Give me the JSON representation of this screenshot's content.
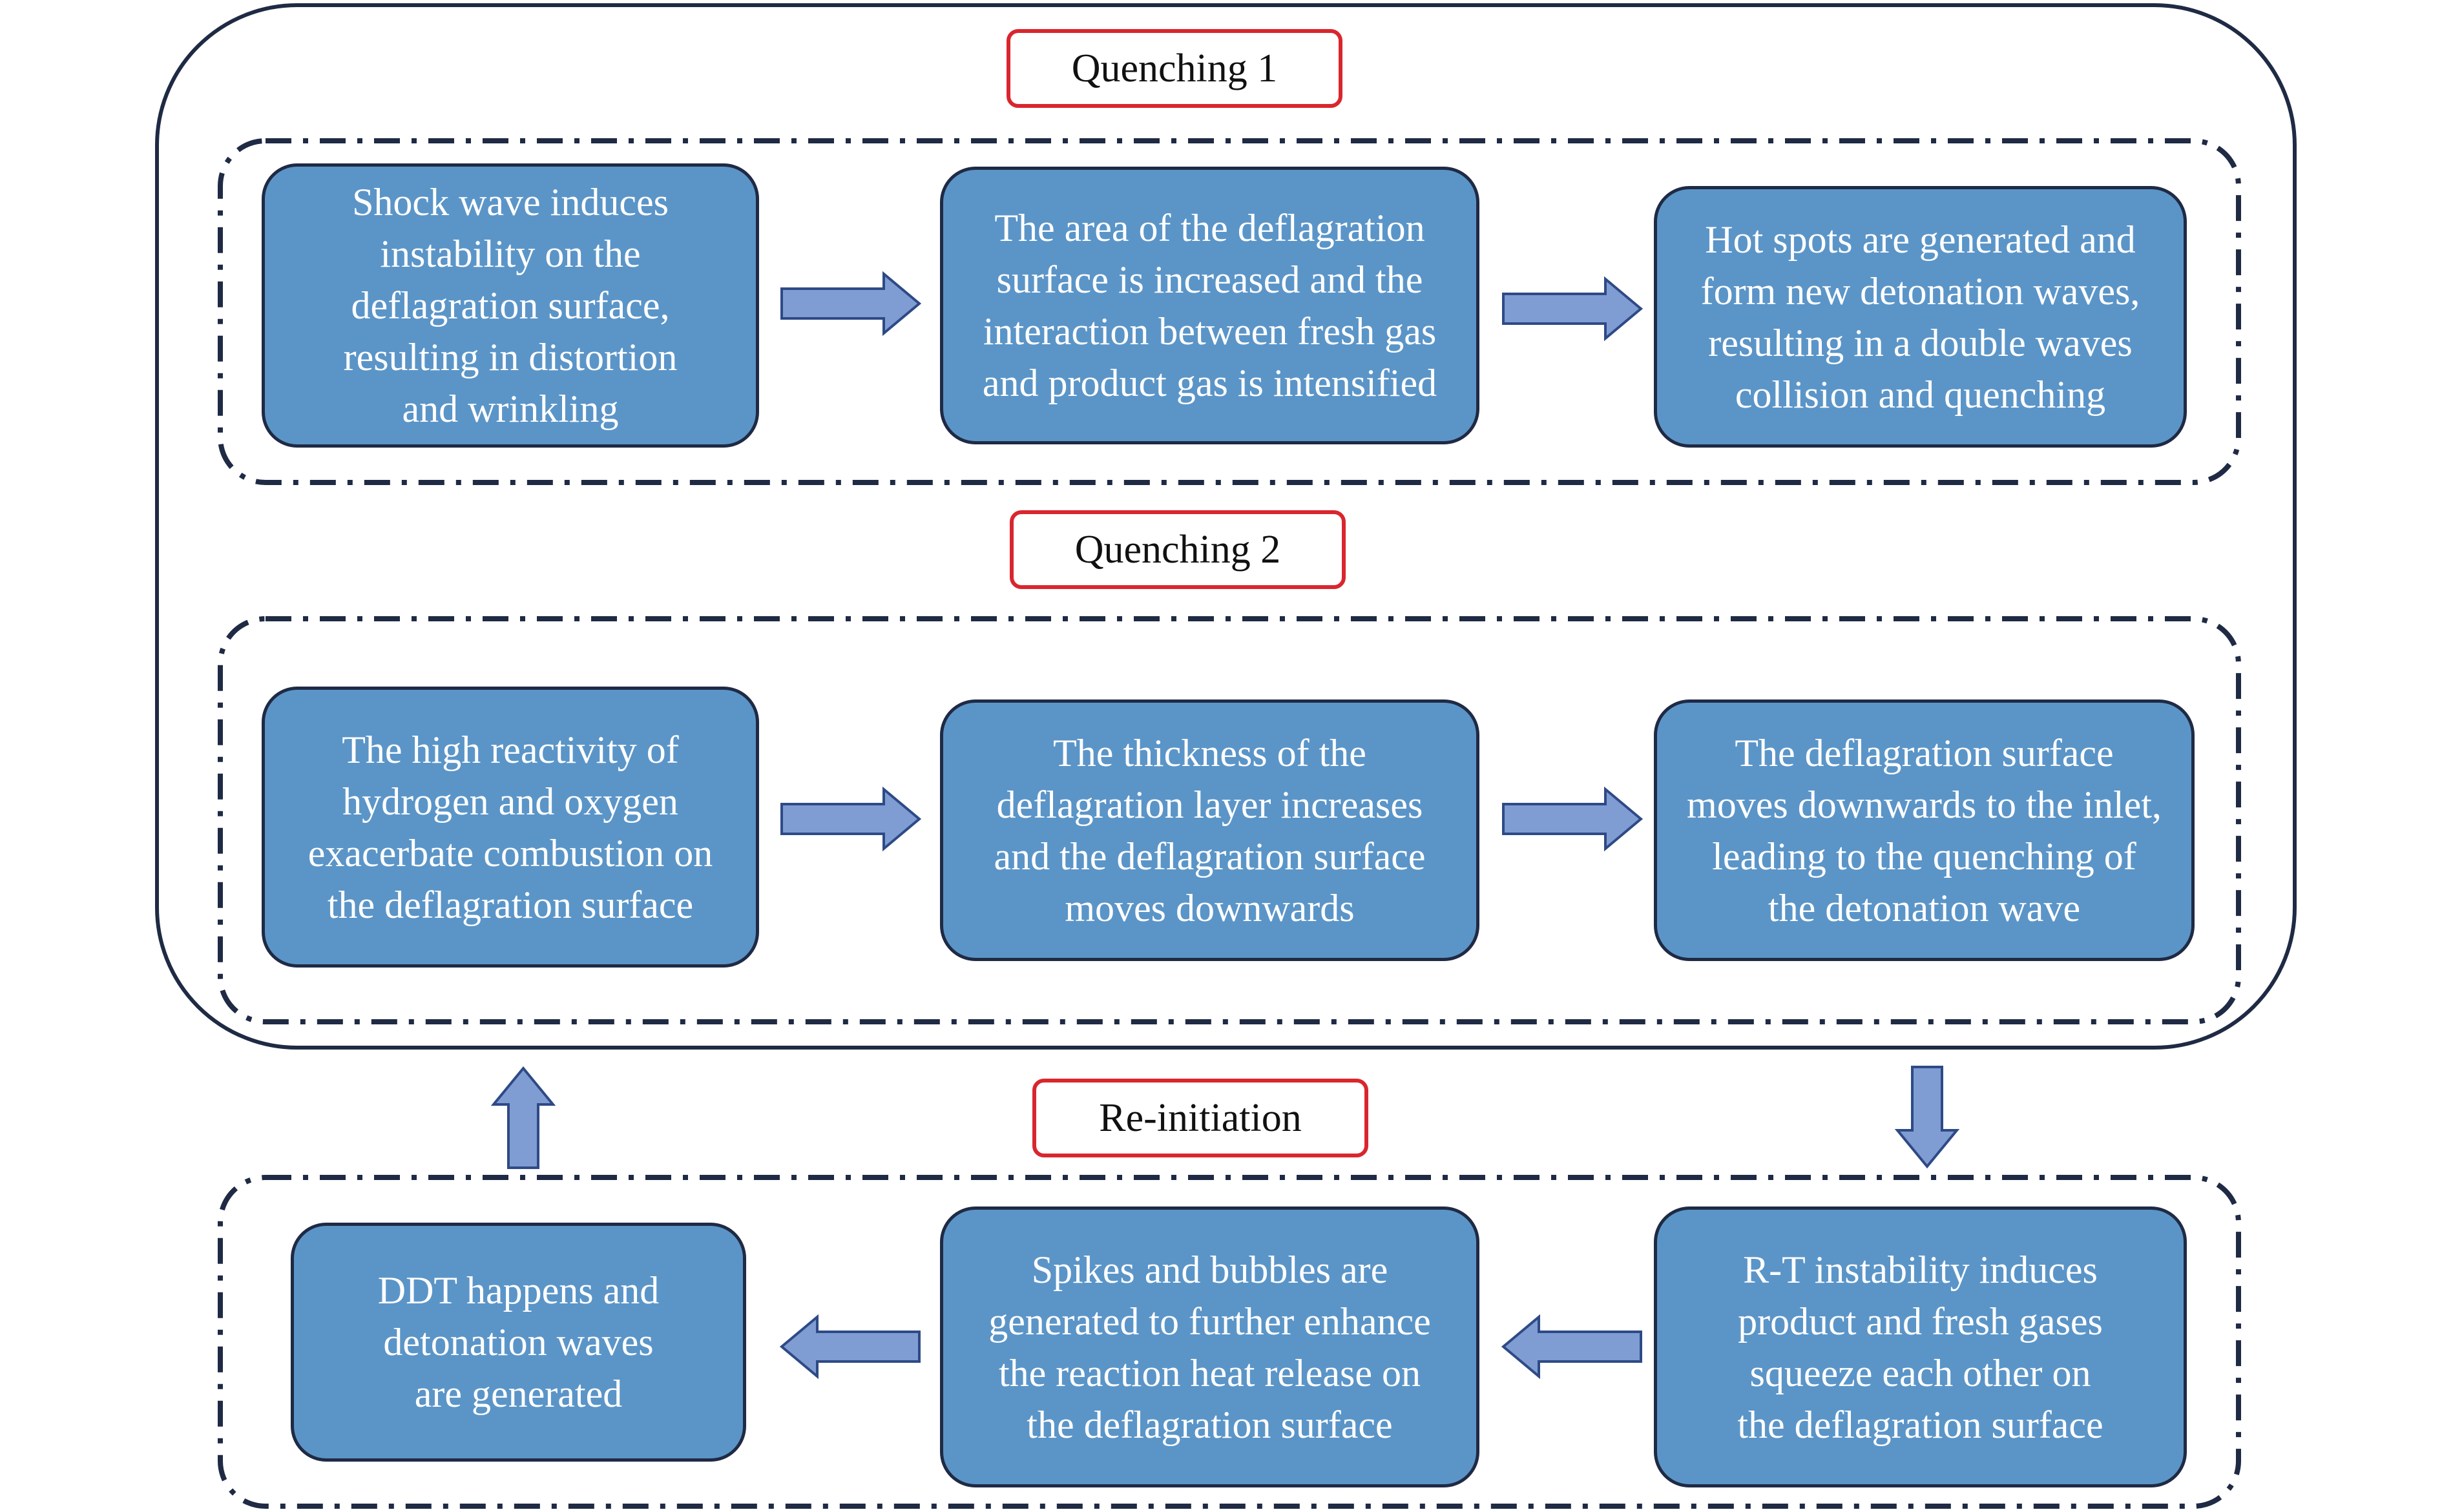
{
  "colors": {
    "node_fill": "#5b95c8",
    "node_border": "#1f2a44",
    "frame_stroke": "#1f2a44",
    "label_border": "#d9262e",
    "arrow_fill": "#7f9dd3",
    "arrow_stroke": "#2e4a86"
  },
  "sections": {
    "quenching1": {
      "label": "Quenching 1",
      "nodes": [
        "Shock wave induces\ninstability on the\ndeflagration surface,\nresulting in distortion\nand wrinkling",
        "The area of the deflagration\nsurface is increased and the\ninteraction between fresh gas\nand product gas is intensified",
        "Hot spots are generated and\nform new detonation waves,\nresulting in a double waves\ncollision and quenching"
      ]
    },
    "quenching2": {
      "label": "Quenching 2",
      "nodes": [
        "The high reactivity of\nhydrogen and oxygen\nexacerbate combustion on\nthe deflagration surface",
        "The thickness of the\ndeflagration layer increases\nand the deflagration surface\nmoves downwards",
        "The deflagration surface\nmoves downwards to the inlet,\nleading to the quenching of\nthe detonation wave"
      ]
    },
    "reinitiation": {
      "label": "Re-initiation",
      "nodes": [
        "DDT happens and\ndetonation waves\nare generated",
        "Spikes and bubbles are\ngenerated to further enhance\nthe reaction heat release on\nthe deflagration surface",
        "R-T instability induces\nproduct and fresh gases\nsqueeze each other on\nthe deflagration surface"
      ]
    }
  }
}
